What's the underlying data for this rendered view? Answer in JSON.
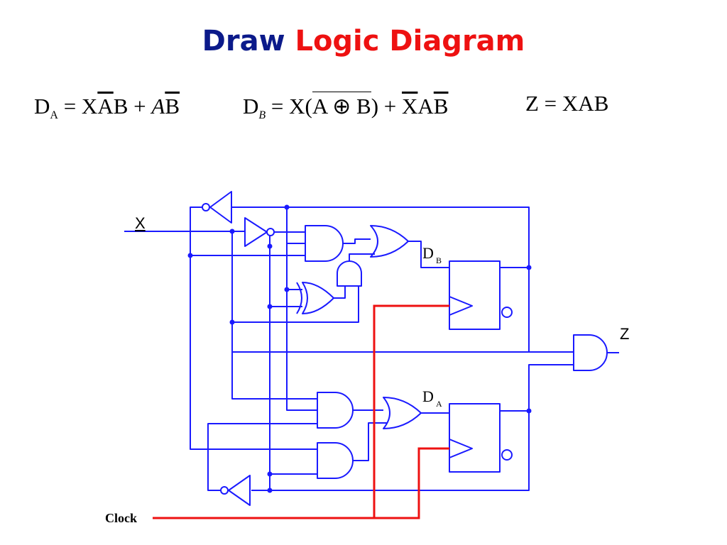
{
  "title": {
    "word1": "Draw",
    "word2": "Logic Diagram"
  },
  "equations": {
    "da": {
      "lhs": "D",
      "sub": "A",
      "rhs_prefix": "= X",
      "a_bar": "A",
      "b1": "B",
      "plus": " + ",
      "a_italic": "A",
      "b_bar": "B"
    },
    "db": {
      "lhs": "D",
      "sub": "B",
      "rhs_prefix": "= X(",
      "xor_body": "A ⊕ B",
      "close": ")",
      "plus": " + ",
      "x_bar": "X",
      "a": "A",
      "b_bar": "B"
    },
    "z": {
      "text": "Z = XAB"
    }
  },
  "labels": {
    "x_input": "X",
    "db": "D",
    "db_sub": "B",
    "da": "D",
    "da_sub": "A",
    "z_output": "Z",
    "clock": "Clock"
  },
  "colors": {
    "wire": "#1a1aff",
    "clock": "#ee1111",
    "title_blue": "#0b1a8a",
    "title_red": "#ee1111"
  }
}
